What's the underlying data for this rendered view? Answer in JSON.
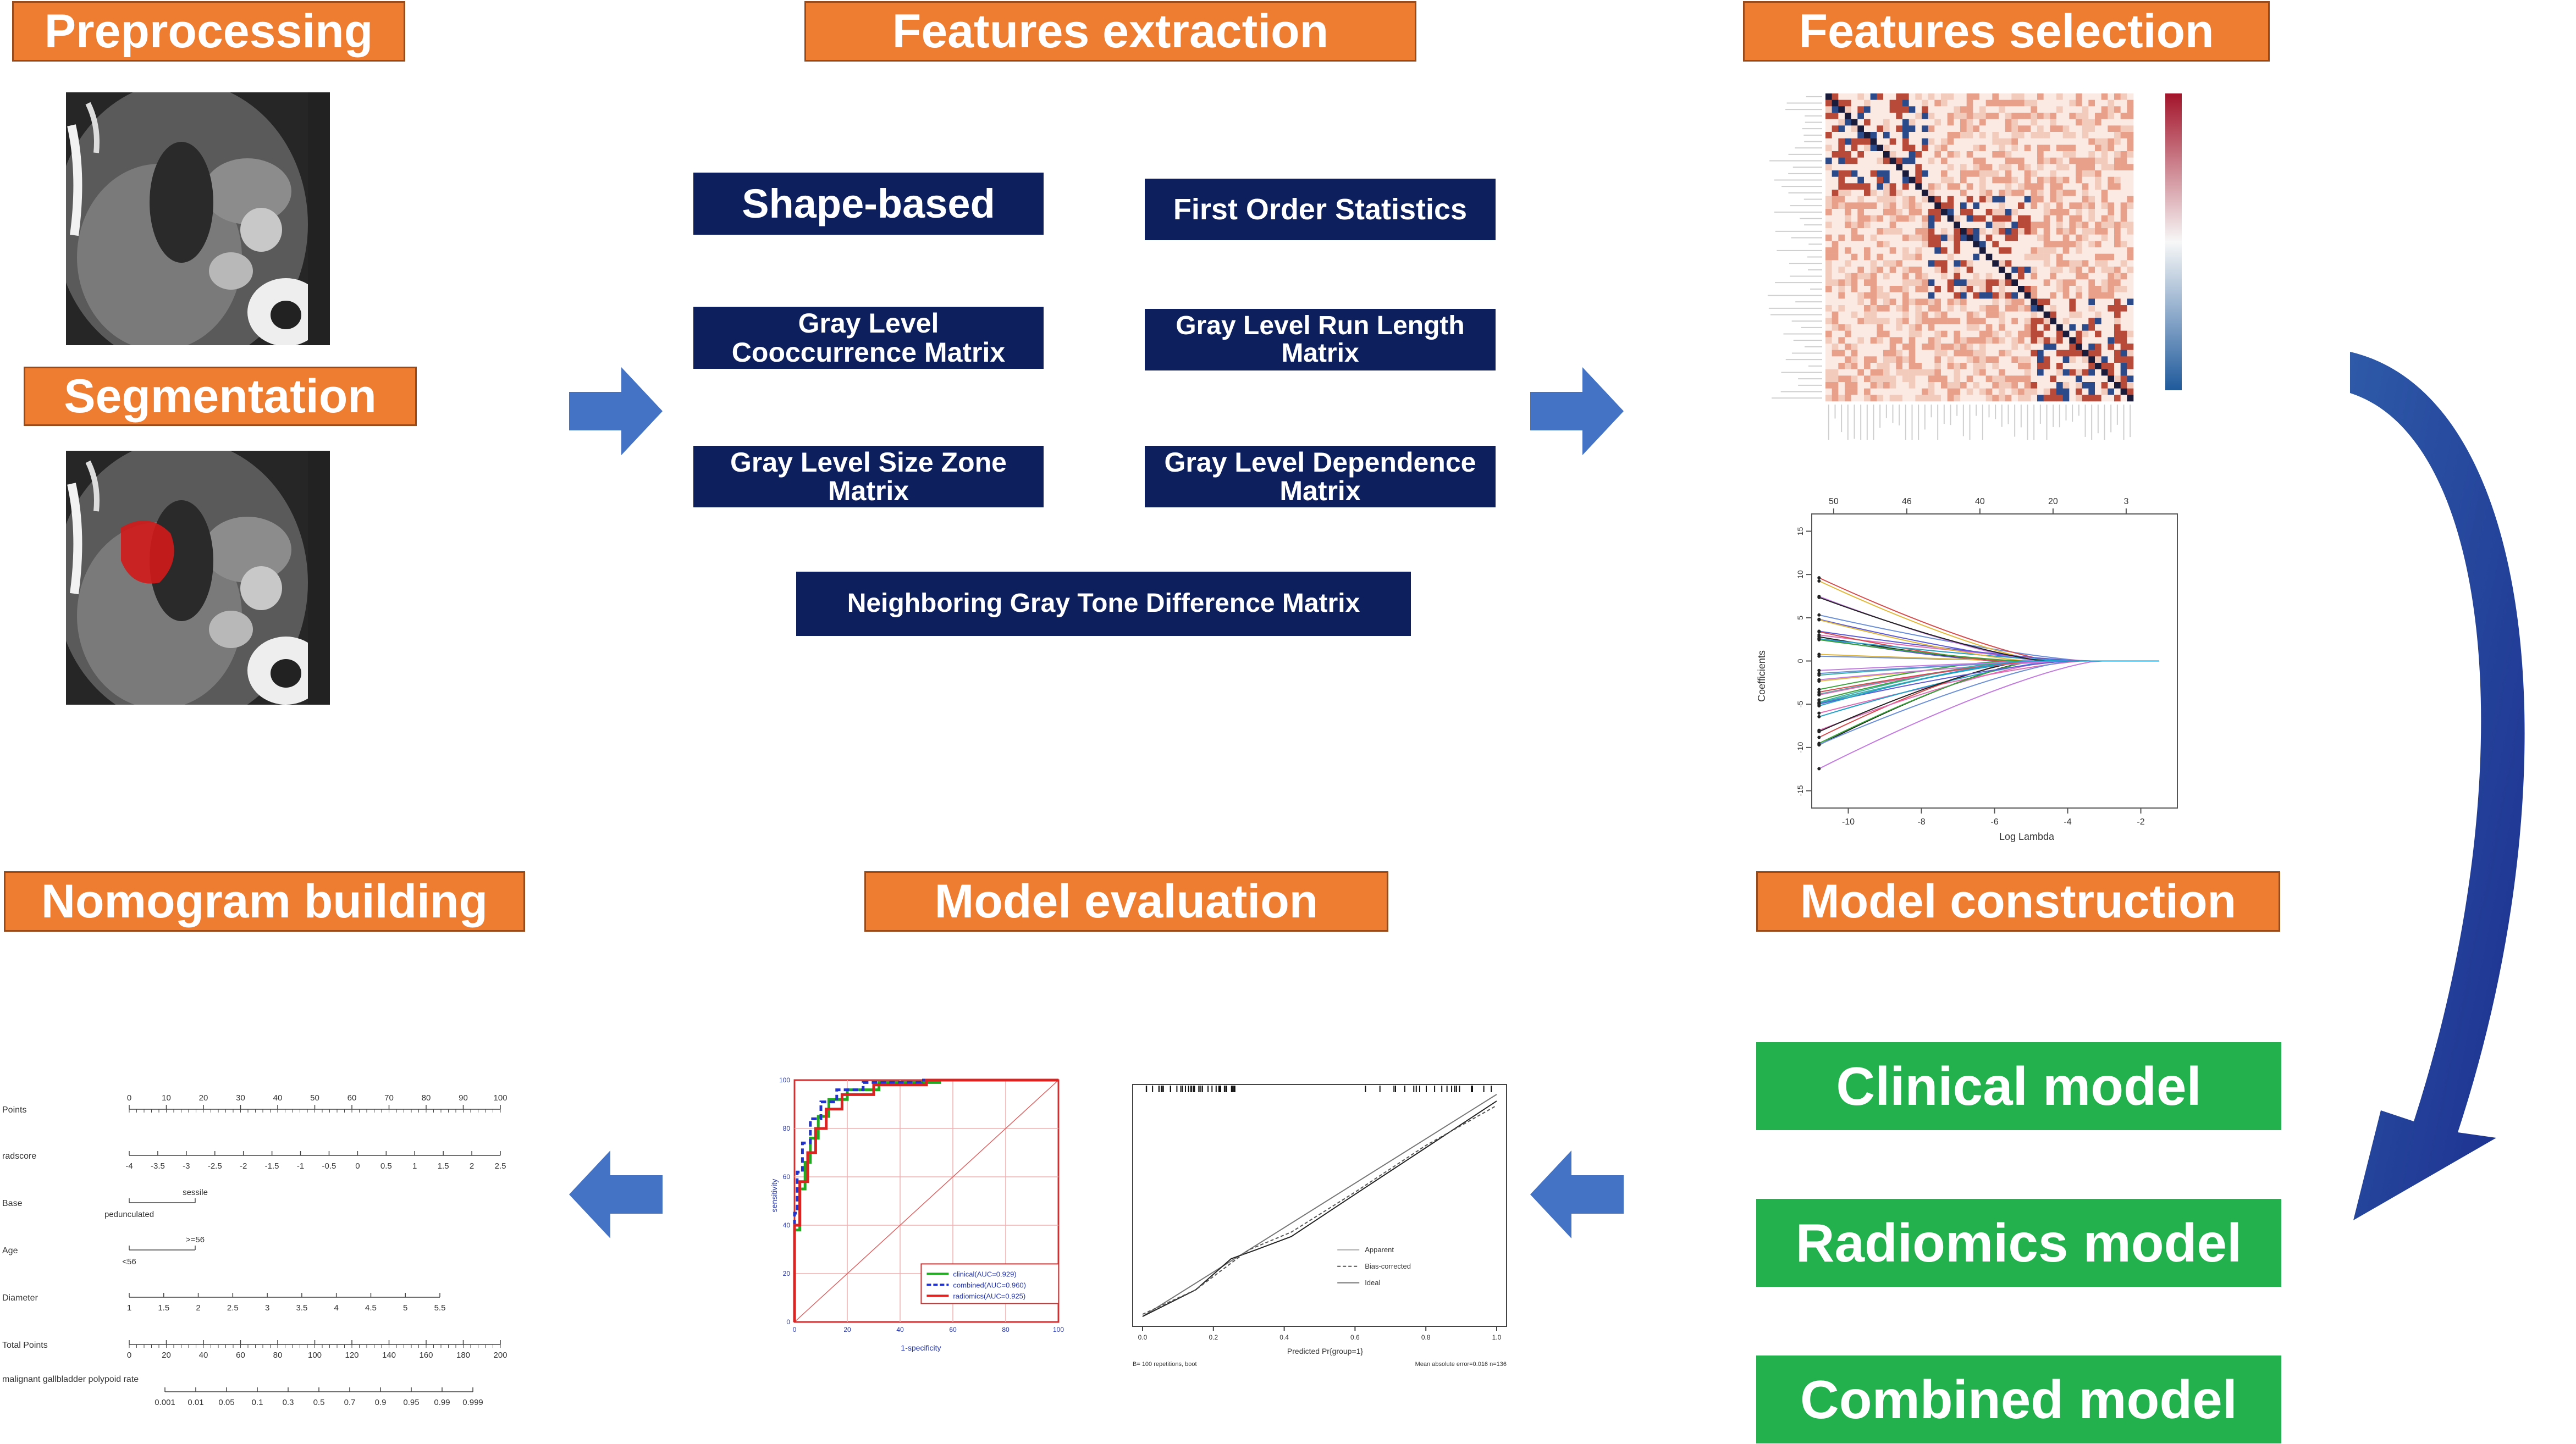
{
  "stages": {
    "preprocessing": "Preprocessing",
    "segmentation": "Segmentation",
    "features_extraction": "Features extraction",
    "features_selection": "Features selection",
    "model_construction": "Model construction",
    "model_evaluation": "Model evaluation",
    "nomogram_building": "Nomogram building"
  },
  "features": {
    "shape": "Shape-based",
    "first_order": "First Order Statistics",
    "glcm": "Gray Level Cooccurrence Matrix",
    "glrlm": "Gray Level Run Length Matrix",
    "glszm": "Gray Level Size Zone Matrix",
    "gldm": "Gray Level Dependence Matrix",
    "ngtdm": "Neighboring Gray Tone Difference Matrix"
  },
  "models": {
    "clinical": "Clinical model",
    "radiomics": "Radiomics model",
    "combined": "Combined model"
  },
  "lasso": {
    "top_ticks": [
      "50",
      "46",
      "40",
      "20",
      "3"
    ],
    "x_ticks": [
      "-10",
      "-8",
      "-6",
      "-4",
      "-2"
    ],
    "y_ticks": [
      "15",
      "10",
      "5",
      "0",
      "-5",
      "-10",
      "-15"
    ],
    "xlabel": "Log Lambda",
    "ylabel": "Coefficients"
  },
  "roc": {
    "x_ticks": [
      "0",
      "20",
      "40",
      "60",
      "80",
      "100"
    ],
    "y_ticks": [
      "0",
      "20",
      "40",
      "60",
      "80",
      "100"
    ],
    "xlabel": "1-specificity",
    "ylabel": "sensitivity",
    "legend": [
      "clinical(AUC=0.929)",
      "combined(AUC=0.960)",
      "radiomics(AUC=0.925)"
    ],
    "colors": [
      "#22aa22",
      "#2233cc",
      "#dd2222"
    ]
  },
  "calibration": {
    "x_ticks": [
      "0.0",
      "0.2",
      "0.4",
      "0.6",
      "0.8",
      "1.0"
    ],
    "xlabel": "Predicted Pr{group=1}",
    "legend": [
      "Apparent",
      "Bias-corrected",
      "Ideal"
    ],
    "footer_left": "B= 100 repetitions, boot",
    "footer_right": "Mean absolute error=0.016 n=136"
  },
  "nomogram": {
    "rows": [
      {
        "label": "Points",
        "ticks": [
          "0",
          "10",
          "20",
          "30",
          "40",
          "50",
          "60",
          "70",
          "80",
          "90",
          "100"
        ]
      },
      {
        "label": "radscore",
        "ticks": [
          "-4",
          "-3.5",
          "-3",
          "-2.5",
          "-2",
          "-1.5",
          "-1",
          "-0.5",
          "0",
          "0.5",
          "1",
          "1.5",
          "2",
          "2.5"
        ]
      },
      {
        "label": "Base",
        "ticks": [
          "pedunculated",
          "sessile"
        ]
      },
      {
        "label": "Age",
        "ticks": [
          "<56",
          ">=56"
        ]
      },
      {
        "label": "Diameter",
        "ticks": [
          "1",
          "1.5",
          "2",
          "2.5",
          "3",
          "3.5",
          "4",
          "4.5",
          "5",
          "5.5"
        ]
      },
      {
        "label": "Total Points",
        "ticks": [
          "0",
          "20",
          "40",
          "60",
          "80",
          "100",
          "120",
          "140",
          "160",
          "180",
          "200"
        ]
      },
      {
        "label": "malignant gallbladder polypoid rate",
        "ticks": [
          "0.001",
          "0.01",
          "0.05",
          "0.1",
          "0.3",
          "0.5",
          "0.7",
          "0.9",
          "0.95",
          "0.99",
          "0.999"
        ]
      }
    ]
  }
}
